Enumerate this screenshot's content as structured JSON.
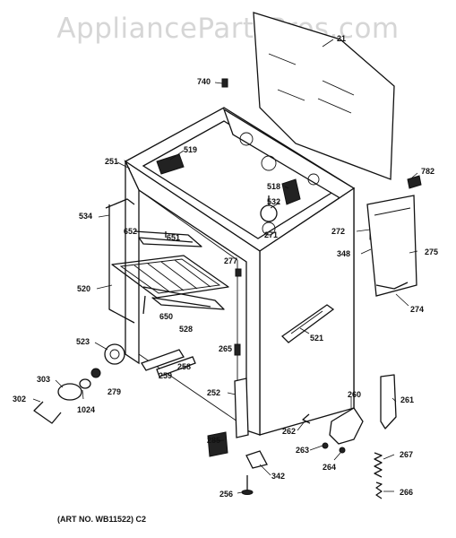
{
  "watermark": "AppliancePartsPros.com",
  "art_number": "(ART NO. WB11522) C2",
  "part_labels": {
    "p21": "21",
    "p740": "740",
    "p519": "519",
    "p251": "251",
    "p782": "782",
    "p518": "518",
    "p534": "534",
    "p532": "532",
    "p652": "652",
    "p651": "651",
    "p271": "271",
    "p272": "272",
    "p275": "275",
    "p348": "348",
    "p277": "277",
    "p520": "520",
    "p274": "274",
    "p650": "650",
    "p528": "528",
    "p521": "521",
    "p523": "523",
    "p265": "265",
    "p258": "258",
    "p259": "259",
    "p303": "303",
    "p279": "279",
    "p302": "302",
    "p1024": "1024",
    "p252": "252",
    "p260": "260",
    "p261": "261",
    "p262": "262",
    "p263": "263",
    "p285": "285",
    "p264": "264",
    "p267": "267",
    "p342": "342",
    "p256": "256",
    "p266": "266"
  }
}
